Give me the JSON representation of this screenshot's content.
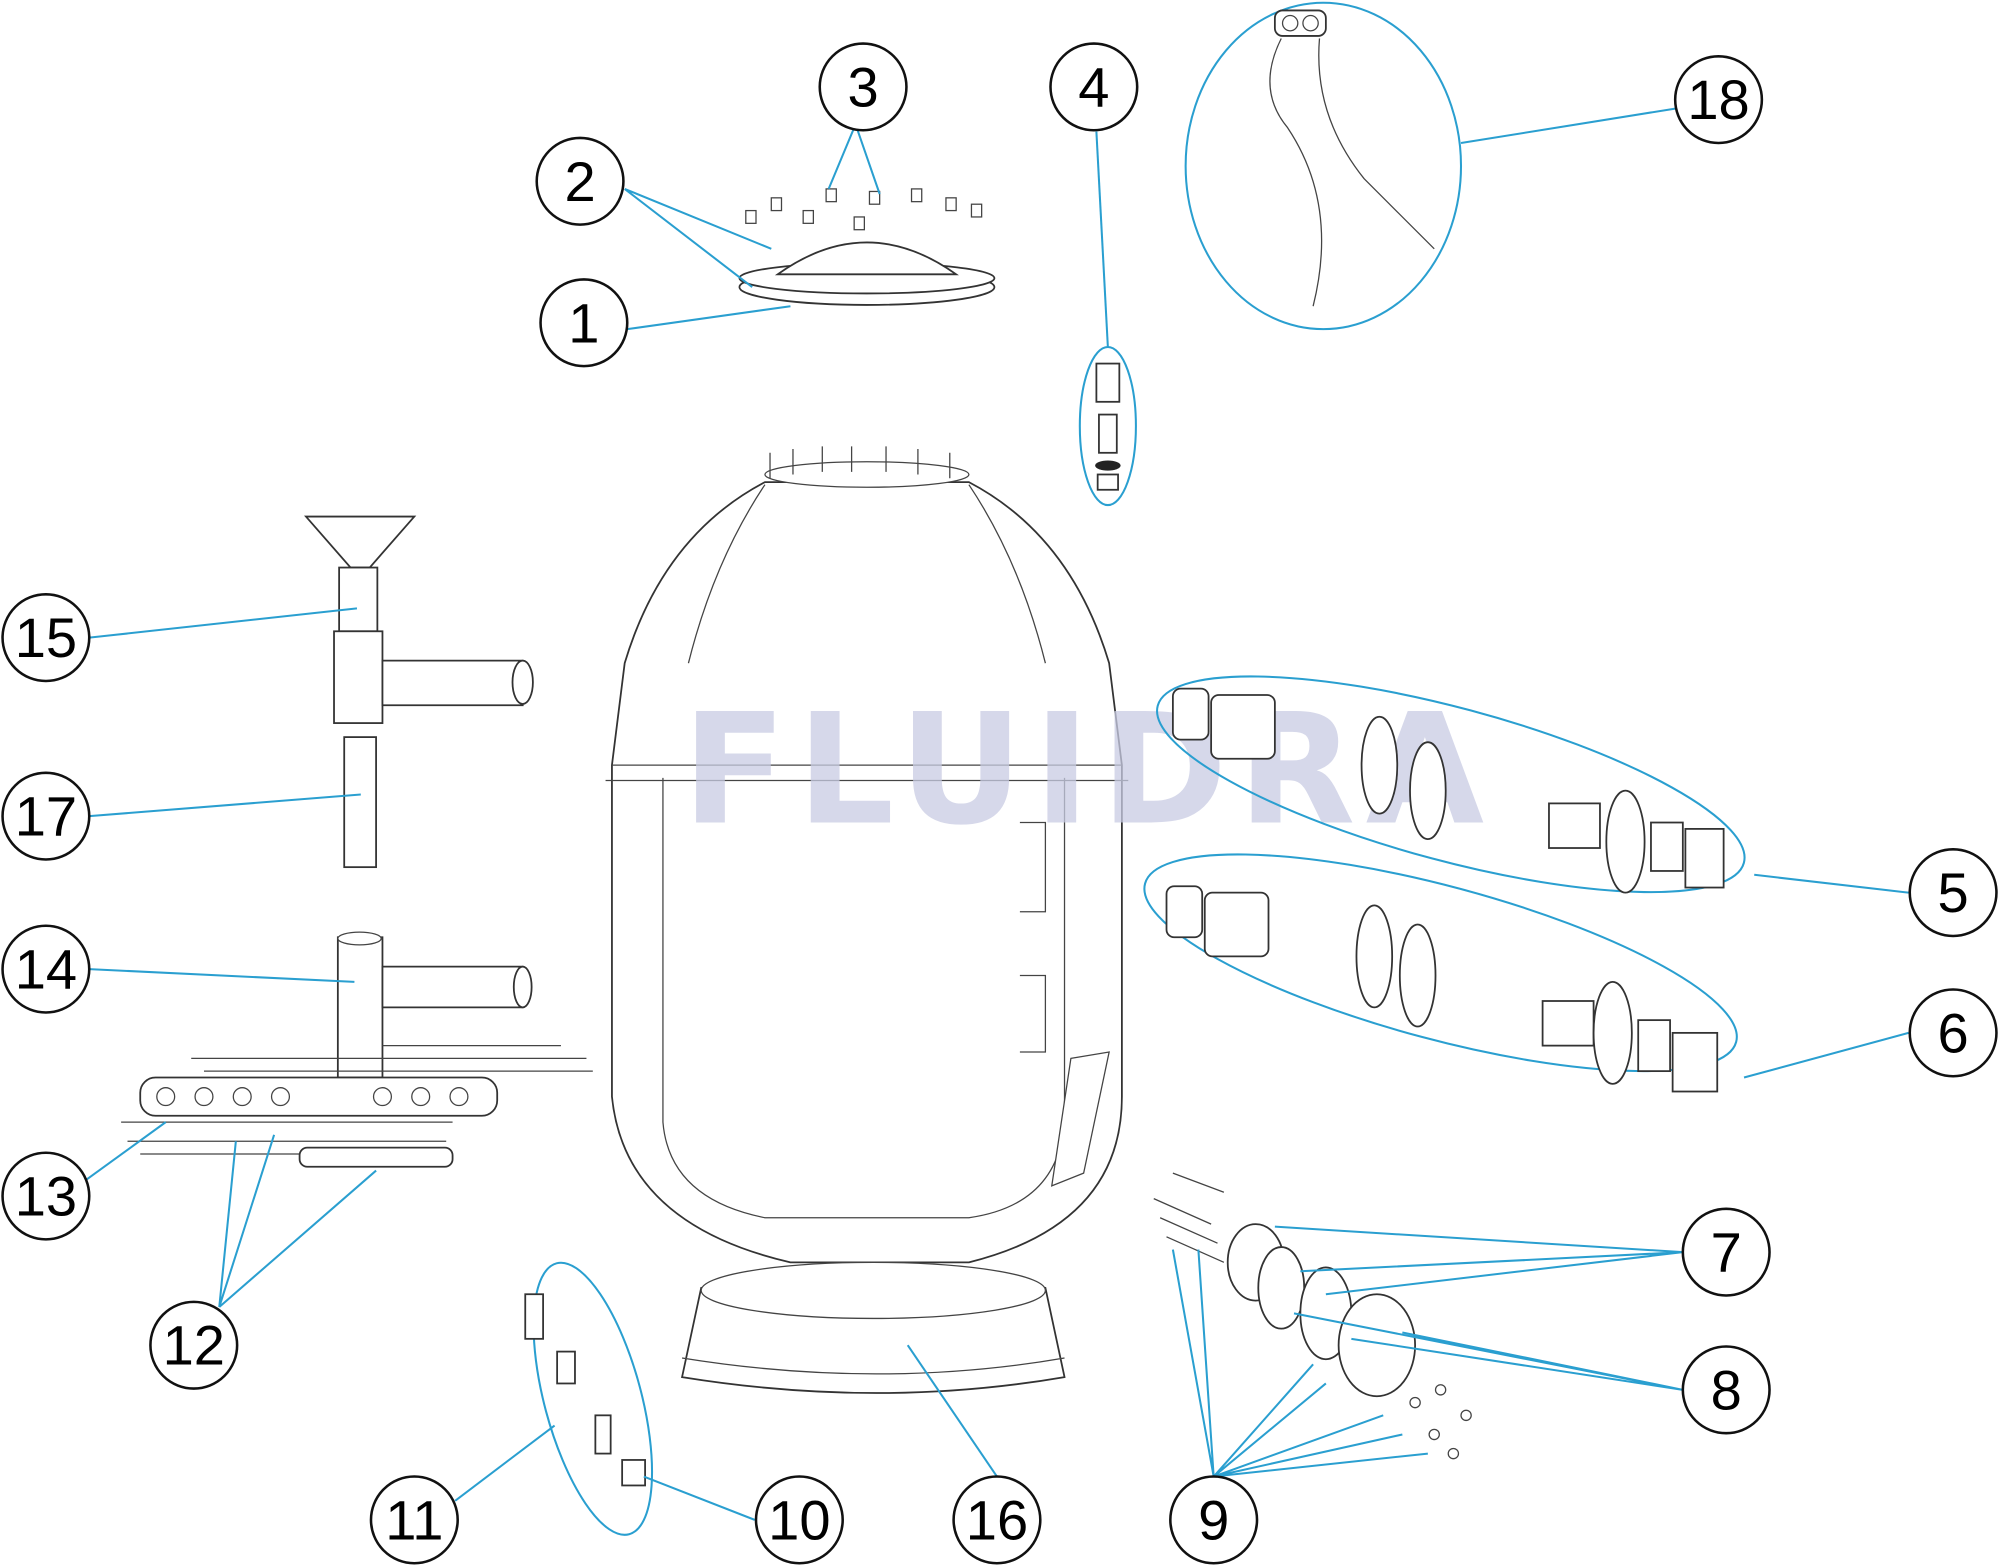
{
  "watermark": "FLUIDRA",
  "colors": {
    "leader": "#2a9fd0",
    "outline": "#333333",
    "watermark": "#c9cce3"
  },
  "callouts": [
    "1",
    "2",
    "3",
    "4",
    "5",
    "6",
    "7",
    "8",
    "9",
    "10",
    "11",
    "12",
    "13",
    "14",
    "15",
    "16",
    "17",
    "18"
  ]
}
